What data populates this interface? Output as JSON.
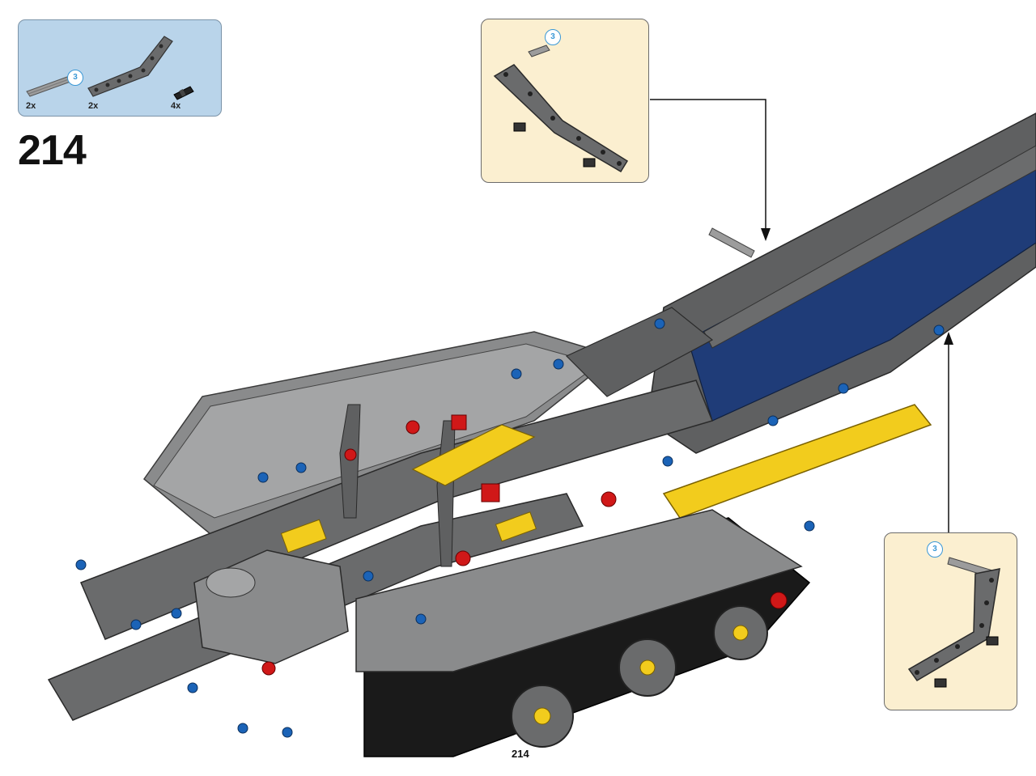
{
  "parts_list": {
    "items": [
      {
        "name": "axle",
        "quantity": "2x",
        "callout": "3"
      },
      {
        "name": "bent-liftarm",
        "quantity": "2x"
      },
      {
        "name": "pin",
        "quantity": "4x"
      }
    ]
  },
  "step": {
    "number": "214"
  },
  "callouts": [
    {
      "name": "callout-top",
      "badge": "3"
    },
    {
      "name": "callout-right",
      "badge": "3"
    }
  ],
  "page": {
    "number": "214"
  },
  "colors": {
    "parts_box_bg": "#b9d4ea",
    "callout_bg": "#fbefd0",
    "badge": "#3a98d6",
    "beam_grey": "#5f6061",
    "beam_blue": "#1f3c78",
    "beam_yellow": "#f2cc1d",
    "connector_red": "#d01818",
    "pin_blue": "#1b63b7"
  }
}
